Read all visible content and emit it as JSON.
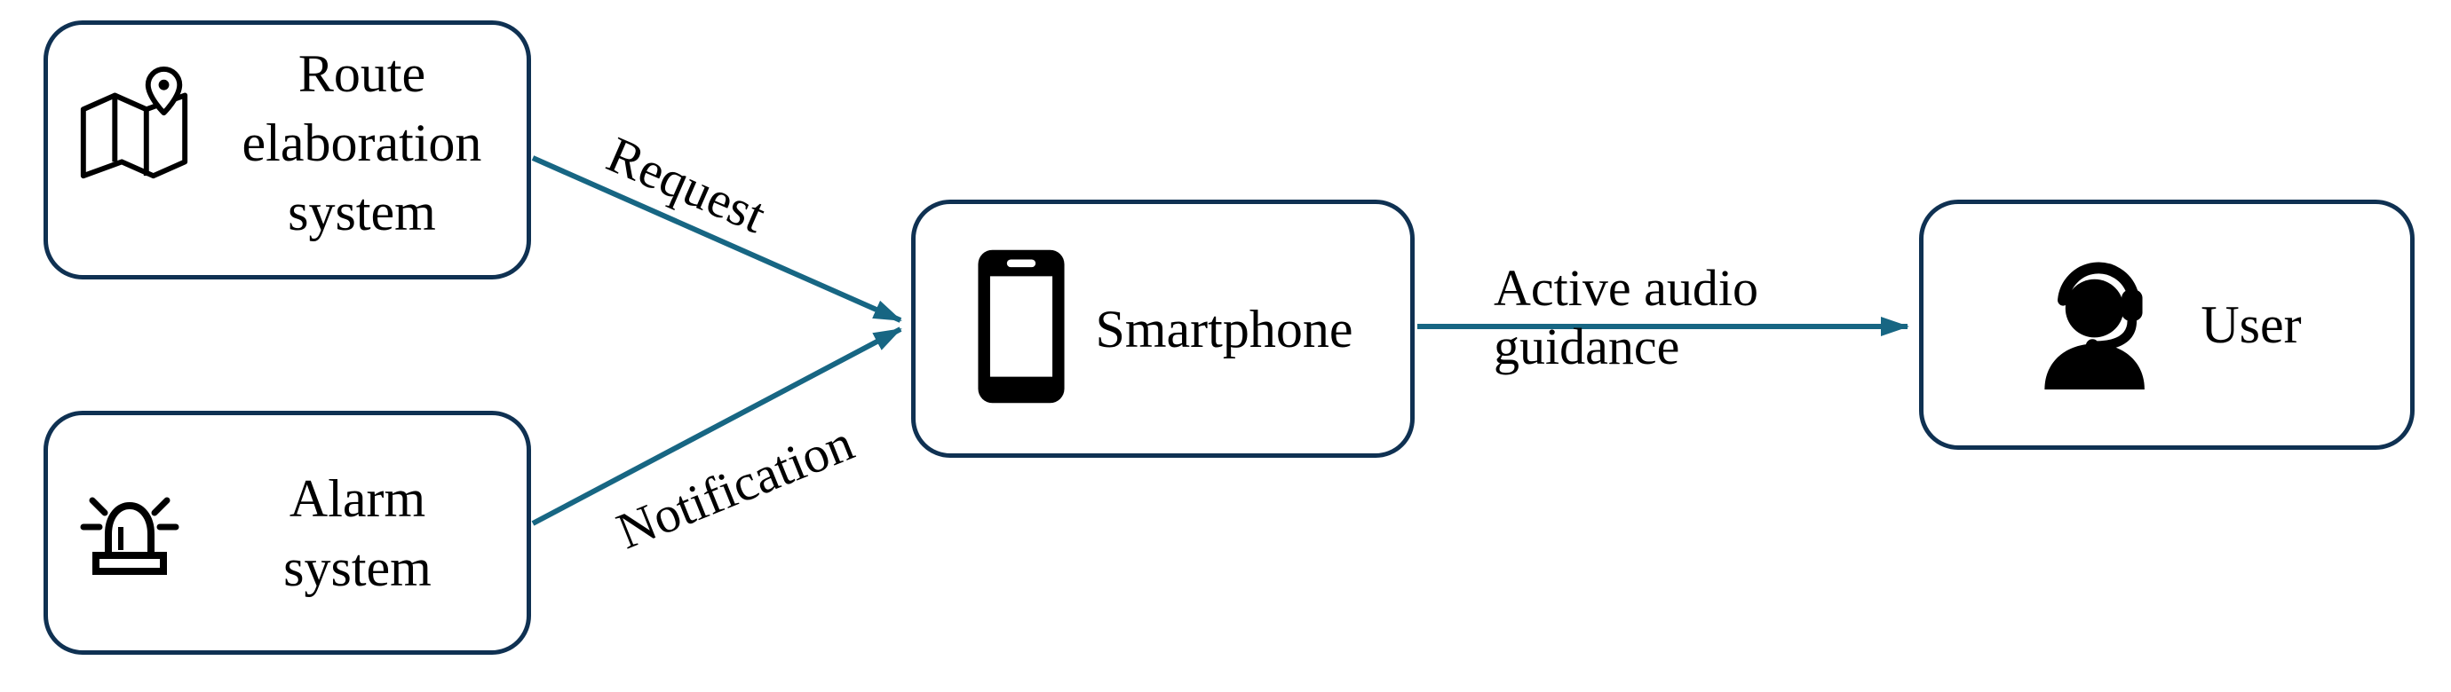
{
  "theme": {
    "arrow_color": "#176683",
    "box_border_color": "#0f3152",
    "background_color": "#ffffff",
    "text_color": "#000000",
    "icon_color": "#000000"
  },
  "diagram": {
    "title": "Navigation guidance system diagram",
    "nodes": {
      "route": {
        "label": "Route elaboration system",
        "icon": "map-icon"
      },
      "alarm": {
        "label": "Alarm system",
        "icon": "alarm-icon"
      },
      "smartphone": {
        "label": "Smartphone",
        "icon": "smartphone-icon"
      },
      "user": {
        "label": "User",
        "icon": "user-headset-icon"
      }
    },
    "edges": {
      "request": {
        "label": "Request",
        "from": "route",
        "to": "smartphone"
      },
      "notification": {
        "label": "Notification",
        "from": "alarm",
        "to": "smartphone"
      },
      "guidance": {
        "label": "Active audio guidance",
        "from": "smartphone",
        "to": "user"
      }
    }
  }
}
